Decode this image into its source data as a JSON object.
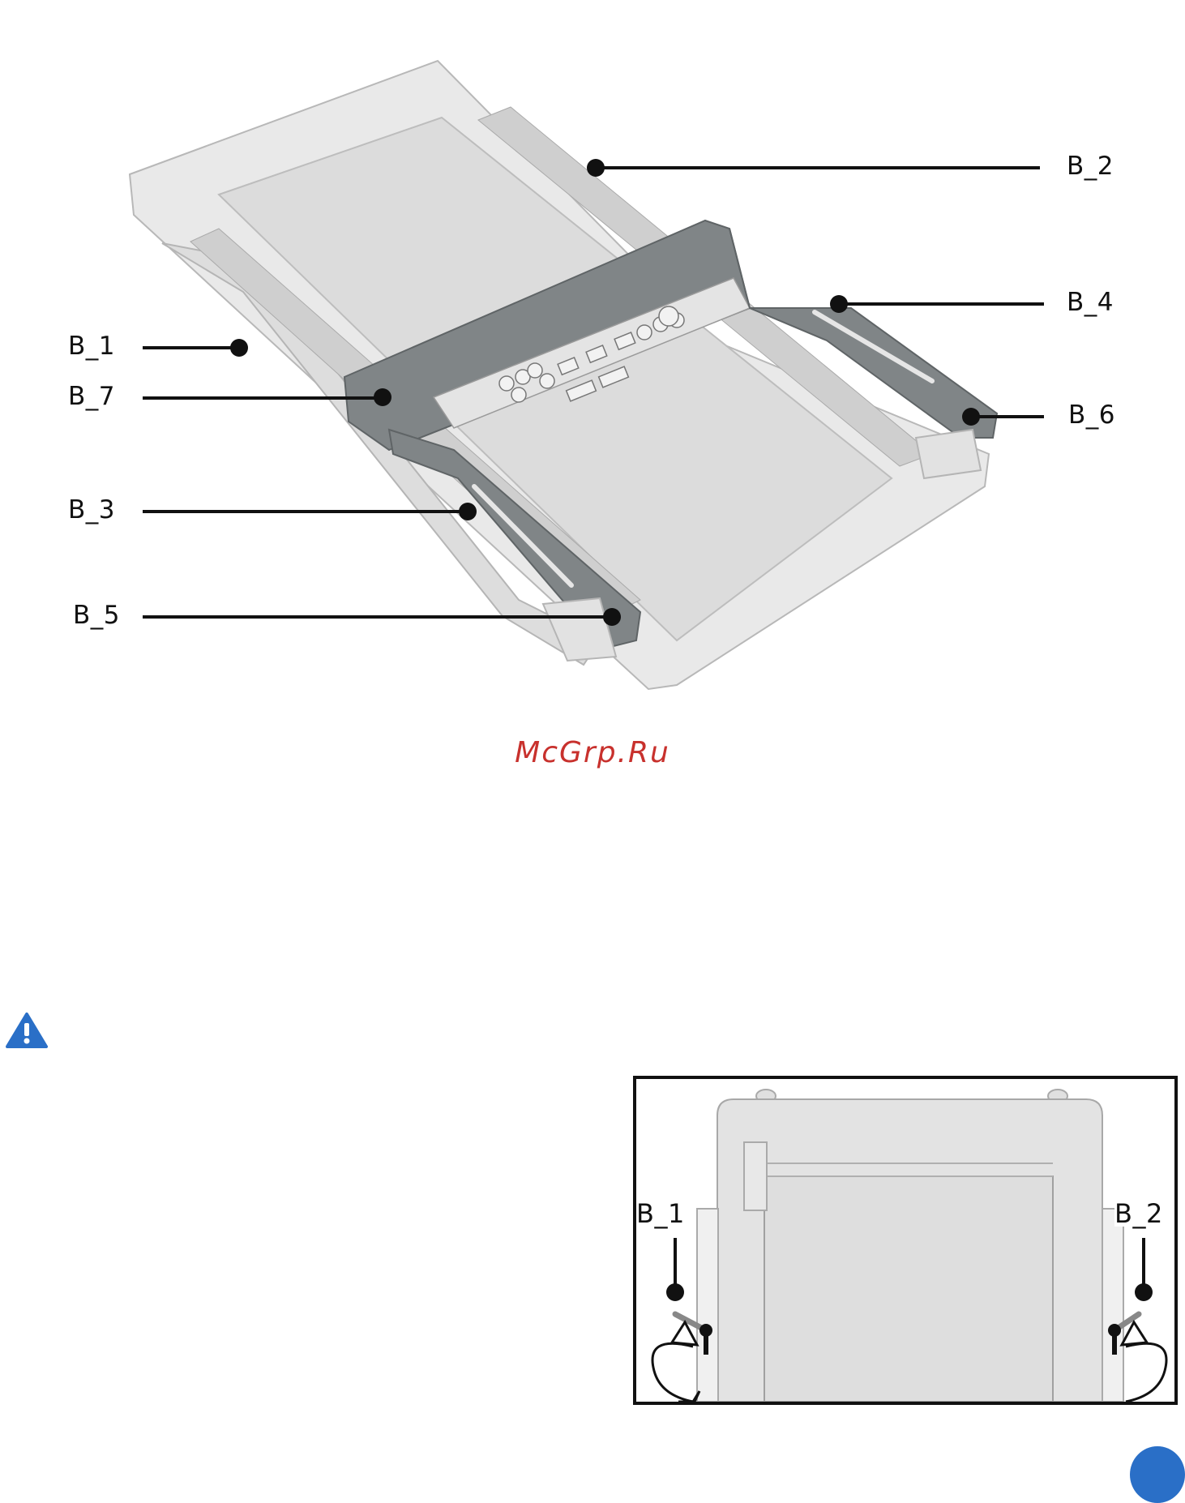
{
  "main_figure": {
    "callouts": [
      "B_1",
      "B_2",
      "B_3",
      "B_4",
      "B_5",
      "B_6",
      "B_7"
    ]
  },
  "watermark": "McGrp.Ru",
  "warning_icon": "warning-triangle-icon",
  "detail_figure": {
    "callouts": [
      "B_1",
      "B_2"
    ]
  },
  "colors": {
    "watermark": "#c8312d",
    "warning_icon": "#2a6fc7",
    "page_badge": "#2a6fc7",
    "frame": "#7f8486",
    "treadmill_body": "#e6e6e6"
  }
}
